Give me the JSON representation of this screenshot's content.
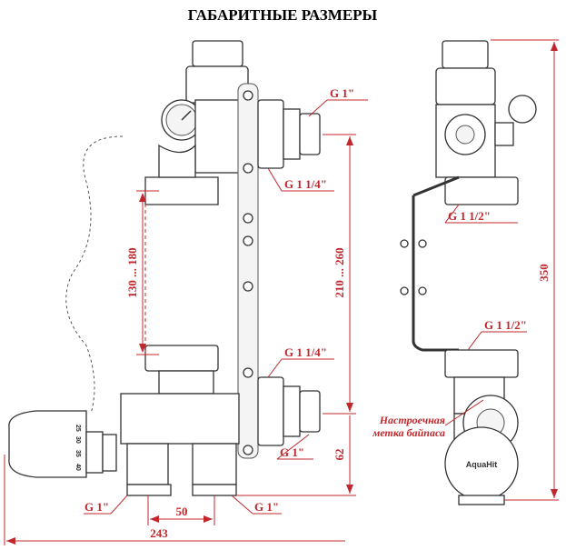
{
  "title": "ГАБАРИТНЫЕ РАЗМЕРЫ",
  "front_view": {
    "thread_top_outlet": "G 1\"",
    "thread_top_union": "G 1 1/4\"",
    "thread_bottom_union": "G 1 1/4\"",
    "thread_bottom_outlet": "G 1\"",
    "thread_inlet_left": "G 1\"",
    "thread_inlet_right": "G 1\"",
    "dim_height_range_inner": "130 ... 180",
    "dim_height_range_outer": "210 ... 260",
    "dim_bottom_height": "62",
    "dim_inlet_spacing": "50",
    "dim_total_width": "243",
    "thermostat_scale": [
      "25",
      "30",
      "35",
      "40"
    ]
  },
  "side_view": {
    "thread_top": "G 1 1/2\"",
    "thread_bottom": "G 1 1/2\"",
    "dim_total_height": "350",
    "bypass_label_line1": "Настроечная",
    "bypass_label_line2": "метка байпаса",
    "logo": "AquaHit"
  },
  "colors": {
    "dimension": "#c0282d",
    "outline": "#333333"
  }
}
